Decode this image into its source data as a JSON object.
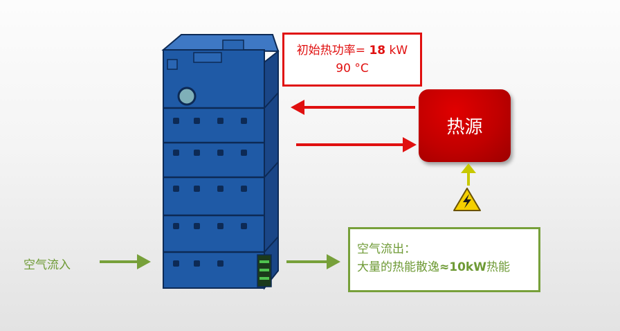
{
  "label_box": {
    "prefix": "初始热功率= ",
    "power_value": "18",
    "power_unit": " kW",
    "temperature": "90 °C"
  },
  "heat_source": {
    "label": "热源"
  },
  "air_in": {
    "label": "空气流入"
  },
  "air_out": {
    "line1": "空气流出：",
    "line2_prefix": "大量的热能散逸",
    "line2_value": "≈10kW",
    "line2_suffix": "热能"
  },
  "icons": {
    "device": "battery-module-icon",
    "hazard": "high-voltage-warning-icon"
  },
  "colors": {
    "red": "#e01010",
    "green": "#77a03a",
    "green_text": "#6e9a35",
    "device_blue": "#1f5aa6",
    "heat_source": "#c00000",
    "hazard_yellow": "#f5d000",
    "yellow_arrow": "#c8c800"
  }
}
